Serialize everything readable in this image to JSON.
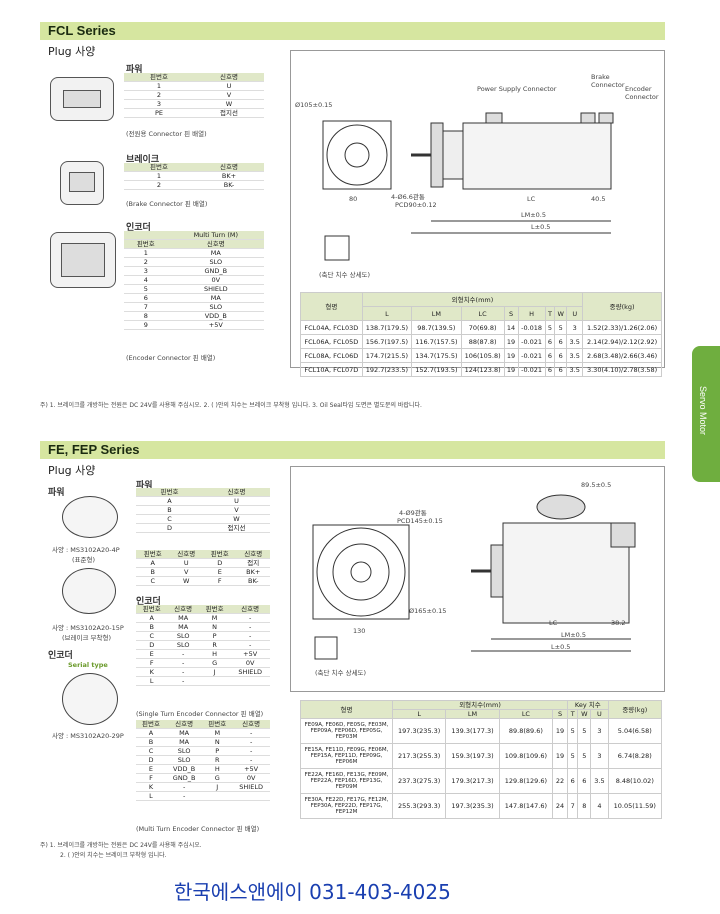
{
  "fcl": {
    "title": "FCL Series",
    "plug": "Plug 사양",
    "power": {
      "label": "파워",
      "head": [
        "핀번호",
        "신호명"
      ],
      "rows": [
        [
          "1",
          "U"
        ],
        [
          "2",
          "V"
        ],
        [
          "3",
          "W"
        ],
        [
          "PE",
          "접지선"
        ]
      ],
      "note": "(전원용 Connector 핀 배열)"
    },
    "brake": {
      "label": "브레이크",
      "head": [
        "핀번호",
        "신호명"
      ],
      "rows": [
        [
          "1",
          "BK+"
        ],
        [
          "2",
          "BK-"
        ]
      ],
      "note": "(Brake Connector 핀 배열)"
    },
    "encoder": {
      "label": "인코더",
      "sup": "Multi Turn (M)",
      "head": [
        "핀번호",
        "신호명"
      ],
      "rows": [
        [
          "1",
          "MA"
        ],
        [
          "2",
          "SLO"
        ],
        [
          "3",
          "GND_B"
        ],
        [
          "4",
          "0V"
        ],
        [
          "5",
          "SHIELD"
        ],
        [
          "6",
          "MA"
        ],
        [
          "7",
          "SLO"
        ],
        [
          "8",
          "VDD_B"
        ],
        [
          "9",
          "+5V"
        ]
      ],
      "note": "(Encoder Connector 핀 배열)"
    },
    "drawing": {
      "psc": "Power Supply Connector",
      "brake": "Brake Connector",
      "enc": "Encoder Connector",
      "section": "(축단 치수 상세도)",
      "dims": [
        "LM±0.5",
        "L±0.5",
        "LC",
        "40.5",
        "80",
        "PCD90±0.12",
        "4-Ø6.6관통",
        "Ø105±0.15"
      ]
    },
    "table": {
      "h1": "형명",
      "h2": "외형치수(mm)",
      "h3": "중량(kg)",
      "cols": [
        "L",
        "LM",
        "LC",
        "S",
        "H",
        "T",
        "W",
        "U"
      ],
      "rows": [
        [
          "FCL04A, FCL03D",
          "138.7(179.5)",
          "98.7(139.5)",
          "70(69.8)",
          "14",
          "-0.018",
          "5",
          "5",
          "3",
          "1.52(2.33)/1.26(2.06)"
        ],
        [
          "FCL06A, FCL05D",
          "156.7(197.5)",
          "116.7(157.5)",
          "88(87.8)",
          "19",
          "-0.021",
          "6",
          "6",
          "3.5",
          "2.14(2.94)/2.12(2.92)"
        ],
        [
          "FCL08A, FCL06D",
          "174.7(215.5)",
          "134.7(175.5)",
          "106(105.8)",
          "19",
          "-0.021",
          "6",
          "6",
          "3.5",
          "2.68(3.48)/2.66(3.46)"
        ],
        [
          "FCL10A, FCL07D",
          "192.7(233.5)",
          "152.7(193.5)",
          "124(123.8)",
          "19",
          "-0.021",
          "6",
          "6",
          "3.5",
          "3.30(4.10)/2.78(3.58)"
        ]
      ]
    },
    "notes": "주) 1. 브레이크를 개방하는 전원은 DC 24V를 사용해 주십시오.    2. (  )안의 치수는 브레이크 부착형 입니다.    3. Oil Seal타입 도면은 별도문의 바랍니다."
  },
  "fe": {
    "title": "FE, FEP Series",
    "plug": "Plug 사양",
    "power_label": "파워",
    "power": {
      "label": "파워",
      "head": [
        "핀번호",
        "신호명"
      ],
      "rows": [
        [
          "A",
          "U"
        ],
        [
          "B",
          "V"
        ],
        [
          "C",
          "W"
        ],
        [
          "D",
          "접지선"
        ]
      ]
    },
    "cap1": "사양 : MS3102A20-4P",
    "cap1b": "(표준형)",
    "brk": {
      "head": [
        "핀번호",
        "신호명",
        "핀번호",
        "신호명"
      ],
      "rows": [
        [
          "A",
          "U",
          "D",
          "접지"
        ],
        [
          "B",
          "V",
          "E",
          "BK+"
        ],
        [
          "C",
          "W",
          "F",
          "BK-"
        ]
      ]
    },
    "cap2": "사양 : MS3102A20-15P",
    "cap2b": "(브레이크 부착형)",
    "enc_label": "인코더",
    "serial": "Serial type",
    "enc1": {
      "label": "인코더",
      "head": [
        "핀번호",
        "신호명",
        "핀번호",
        "신호명"
      ],
      "rows": [
        [
          "A",
          "MA",
          "M",
          "-"
        ],
        [
          "B",
          "MA",
          "N",
          "-"
        ],
        [
          "C",
          "SLO",
          "P",
          "-"
        ],
        [
          "D",
          "SLO",
          "R",
          "-"
        ],
        [
          "E",
          "-",
          "H",
          "+5V"
        ],
        [
          "F",
          "-",
          "G",
          "0V"
        ],
        [
          "K",
          "-",
          "J",
          "SHIELD"
        ],
        [
          "L",
          "-",
          "",
          ""
        ]
      ],
      "note": "(Single Turn Encoder Connector 핀 배열)"
    },
    "cap3": "사양 : MS3102A20-29P",
    "enc2": {
      "head": [
        "핀번호",
        "신호명",
        "핀번호",
        "신호명"
      ],
      "rows": [
        [
          "A",
          "MA",
          "M",
          "-"
        ],
        [
          "B",
          "MA",
          "N",
          "-"
        ],
        [
          "C",
          "SLO",
          "P",
          "-"
        ],
        [
          "D",
          "SLO",
          "R",
          "-"
        ],
        [
          "E",
          "VDD_B",
          "H",
          "+5V"
        ],
        [
          "F",
          "GND_B",
          "G",
          "0V"
        ],
        [
          "K",
          "-",
          "J",
          "SHIELD"
        ],
        [
          "L",
          "-",
          "",
          ""
        ]
      ],
      "note": "(Multi Turn Encoder Connector 핀 배열)"
    },
    "table": {
      "h1": "형명",
      "h2": "외형치수(mm)",
      "h3": "Key 치수",
      "h4": "중량(kg)",
      "cols": [
        "L",
        "LM",
        "LC",
        "S",
        "T",
        "W",
        "U"
      ],
      "rows": [
        [
          "FE09A, FE06D, FE05G, FE03M, FEP09A, FEP06D, FEP05G, FEP03M",
          "197.3(235.3)",
          "139.3(177.3)",
          "89.8(89.6)",
          "19",
          "5",
          "5",
          "3",
          "5.04(6.58)"
        ],
        [
          "FE15A, FE11D, FE09G, FE06M, FEP15A, FEP11D, FEP09G, FEP06M",
          "217.3(255.3)",
          "159.3(197.3)",
          "109.8(109.6)",
          "19",
          "5",
          "5",
          "3",
          "6.74(8.28)"
        ],
        [
          "FE22A, FE16D, FE13G, FE09M, FEP22A, FEP16D, FEP13G, FEP09M",
          "237.3(275.3)",
          "179.3(217.3)",
          "129.8(129.6)",
          "22",
          "6",
          "6",
          "3.5",
          "8.48(10.02)"
        ],
        [
          "FE30A, FE22D, FE17G, FE12M, FEP30A, FEP22D, FEP17G, FEP12M",
          "255.3(293.3)",
          "197.3(235.3)",
          "147.8(147.6)",
          "24",
          "7",
          "8",
          "4",
          "10.05(11.59)"
        ]
      ]
    },
    "notes1": "주) 1. 브레이크를 개방하는 전원은 DC 24V를 사용해 주십시오.",
    "notes2": "2. (  )안의 치수는 브레이크 부착형 입니다.",
    "section": "(축단 치수 상세도)",
    "dims": [
      "4-Ø9관통",
      "PCD145±0.15",
      "Ø165±0.15",
      "130",
      "LM±0.5",
      "L±0.5",
      "LC",
      "38.2",
      "89.5±0.5"
    ]
  },
  "side_tab": "Servo Motor",
  "footer": "한국에스앤에이 031-403-4025"
}
